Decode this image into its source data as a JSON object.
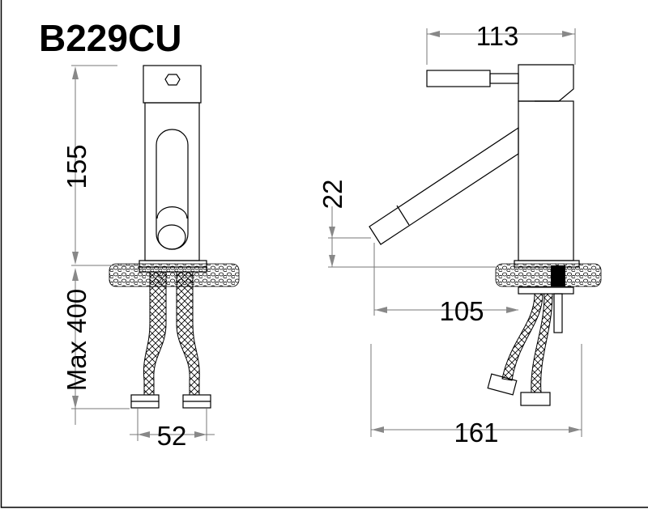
{
  "title": "B229CU",
  "dimensions": {
    "height": "155",
    "max_length": "Max 400",
    "inlet_spacing": "52",
    "handle_reach": "113",
    "spout_clearance": "22",
    "spout_offset": "105",
    "total_reach": "161"
  }
}
